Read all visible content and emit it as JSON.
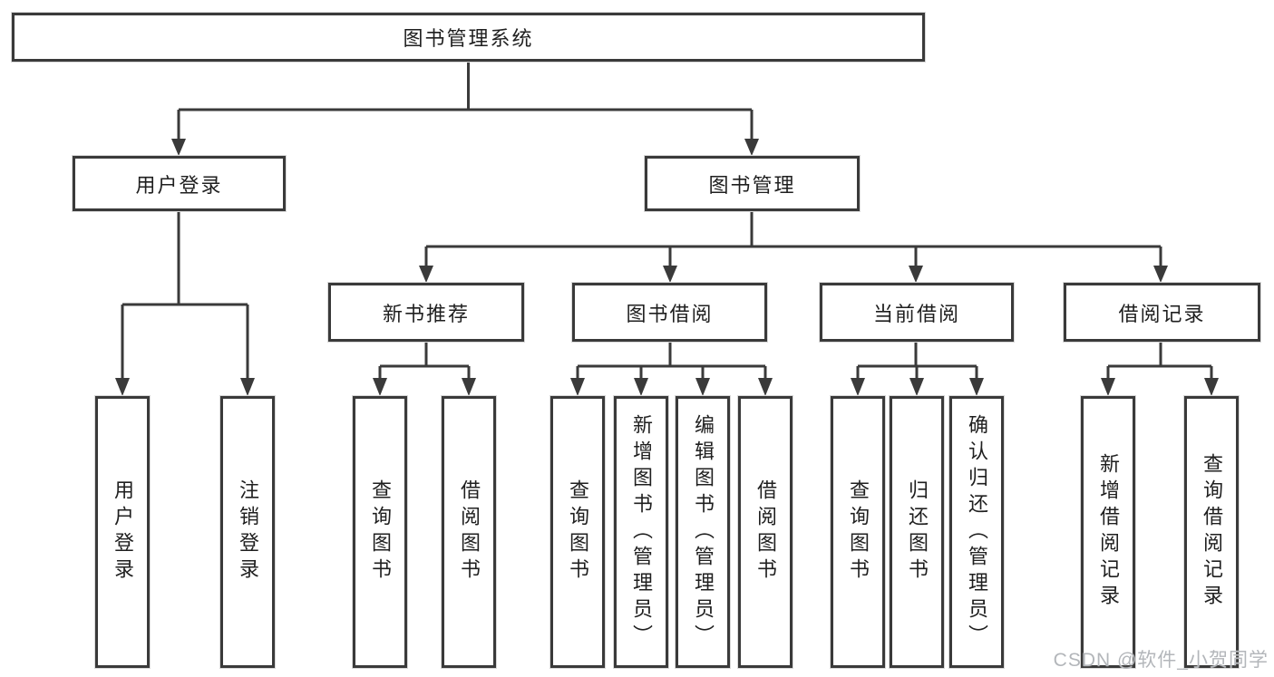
{
  "diagram": {
    "type": "hierarchy-tree",
    "root": {
      "label": "图书管理系统",
      "children": [
        {
          "label": "用户登录",
          "children": [
            {
              "label": "用户登录"
            },
            {
              "label": "注销登录"
            }
          ]
        },
        {
          "label": "图书管理",
          "children": [
            {
              "label": "新书推荐",
              "children": [
                {
                  "label": "查询图书"
                },
                {
                  "label": "借阅图书"
                }
              ]
            },
            {
              "label": "图书借阅",
              "children": [
                {
                  "label": "查询图书"
                },
                {
                  "label": "新增图书（管理员）"
                },
                {
                  "label": "编辑图书（管理员）"
                },
                {
                  "label": "借阅图书"
                }
              ]
            },
            {
              "label": "当前借阅",
              "children": [
                {
                  "label": "查询图书"
                },
                {
                  "label": "归还图书"
                },
                {
                  "label": "确认归还（管理员）"
                }
              ]
            },
            {
              "label": "借阅记录",
              "children": [
                {
                  "label": "新增借阅记录"
                },
                {
                  "label": "查询借阅记录"
                }
              ]
            }
          ]
        }
      ]
    }
  },
  "watermark": {
    "text": "CSDN @软件_小贺同学"
  },
  "colors": {
    "line": "#3a3a3a",
    "text": "#1f1f1f",
    "box_background": "#ffffff",
    "page_background": "#ffffff",
    "watermark": "#b3b6ba"
  }
}
